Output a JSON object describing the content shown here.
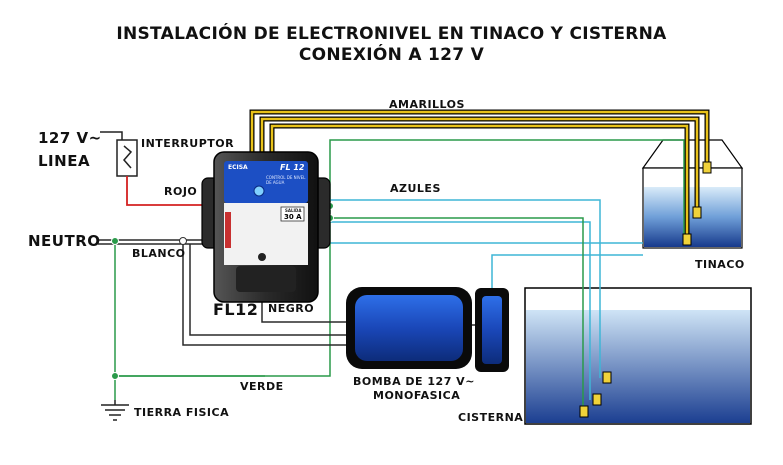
{
  "title": {
    "line1": "INSTALACIÓN DE ELECTRONIVEL EN TINACO Y CISTERNA",
    "line2": "CONEXIÓN A 127 V"
  },
  "labels": {
    "supply_voltage": "127 V~",
    "supply_line": "LINEA",
    "switch": "INTERRUPTOR",
    "red_wire": "ROJO",
    "neutral": "NEUTRO",
    "white_wire": "BLANCO",
    "device": "FL12",
    "black_wire": "NEGRO",
    "yellow_wires": "AMARILLOS",
    "blue_wires": "AZULES",
    "green_wire": "VERDE",
    "ground": "TIERRA FISICA",
    "pump_line1": "BOMBA DE 127 V~",
    "pump_line2": "MONOFASICA",
    "upper_tank": "TINACO",
    "cistern": "CISTERNA"
  },
  "device_face": {
    "brand": "ECISA",
    "model": "FL 12",
    "subtitle": "CONTROL DE NIVEL DE AGUA",
    "rating_label": "SALIDA",
    "rating": "30 A"
  },
  "colors": {
    "yellow_wire": "#e8c21a",
    "blue_wire": "#3fb6d6",
    "green_wire": "#2a9a4a",
    "red_wire": "#d42020",
    "dark_wire": "#2a2a2a",
    "water_top": "#cfe4f6",
    "water_bottom": "#1a3d8f",
    "pump_blue": "#1f5bd8",
    "device_body": "#111111"
  }
}
